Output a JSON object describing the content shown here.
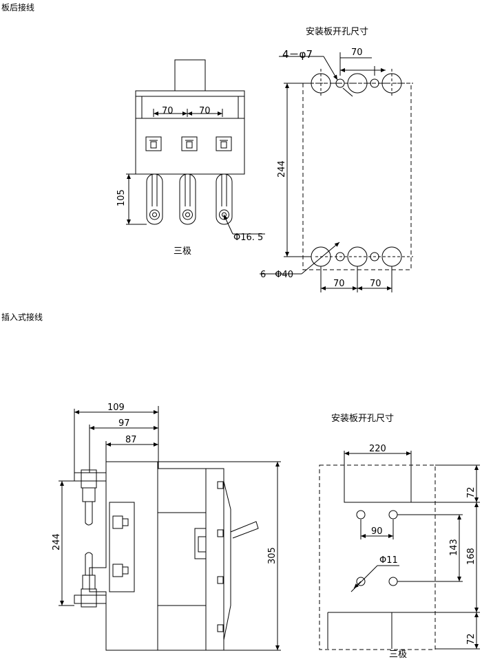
{
  "sections": {
    "rear": {
      "heading": "板后接线",
      "panel_title": "安装板开孔尺寸",
      "caption": "三极",
      "dims": {
        "pitch_a": "70",
        "pitch_b": "70",
        "lead": "105",
        "terminal_hole": "Φ16. 5",
        "small_holes": "4－φ7",
        "top_pitch": "70",
        "height": "244",
        "large_holes": "6－Φ40",
        "bottom_a": "70",
        "bottom_b": "70"
      }
    },
    "plugin": {
      "heading": "插入式接线",
      "panel_title": "安装板开孔尺寸",
      "caption": "三极",
      "dims": {
        "d109": "109",
        "d97": "97",
        "d87": "87",
        "height_left": "244",
        "height_right": "305",
        "width": "220",
        "top_band": "72",
        "hole_spacing": "90",
        "vert": "143",
        "mid": "168",
        "bottom_band": "72",
        "hole_dia": "Φ11"
      }
    }
  }
}
